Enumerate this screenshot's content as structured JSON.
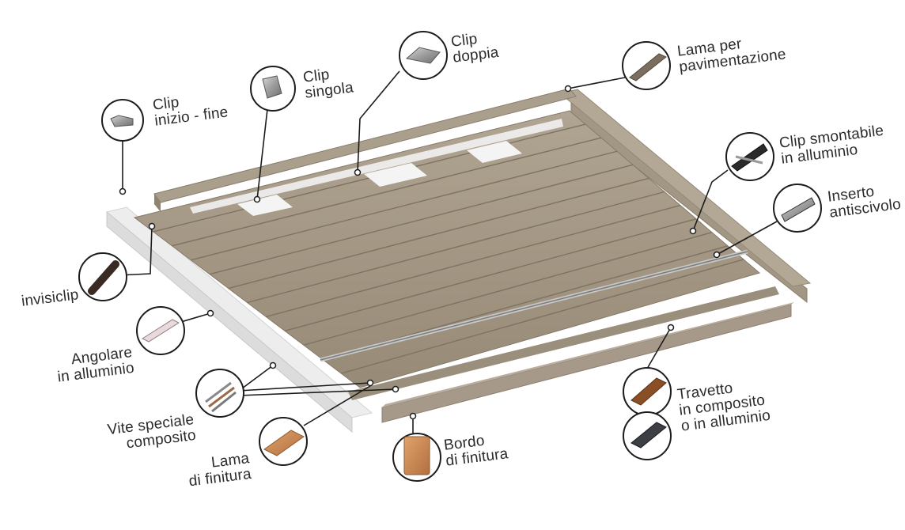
{
  "labels": {
    "clip_inizio_fine": [
      "Clip",
      "inizio - fine"
    ],
    "clip_singola": [
      "Clip",
      "singola"
    ],
    "clip_doppia": [
      "Clip",
      "doppia"
    ],
    "lama_pavimentazione": [
      "Lama per",
      "pavimentazione"
    ],
    "clip_smontabile": [
      "Clip smontabile",
      "in alluminio"
    ],
    "inserto_antiscivolo": [
      "Inserto",
      "antiscivolo"
    ],
    "invisiclip": [
      "invisiclip"
    ],
    "angolare": [
      "Angolare",
      "in alluminio"
    ],
    "vite_speciale": [
      "Vite speciale",
      "composito"
    ],
    "lama_finitura": [
      "Lama",
      "di finitura"
    ],
    "bordo_finitura": [
      "Bordo",
      "di finitura"
    ],
    "travetto": [
      "Travetto",
      "in composito",
      "o in alluminio"
    ]
  },
  "colors": {
    "board": "#a39684",
    "board_dark": "#8a7e6d",
    "board_light": "#b3a796",
    "gap": "#f0f0f0",
    "frame": "#e9e9e9",
    "callout_line": "#1c1c1c",
    "circle_stroke": "#1c1c1c",
    "wood_orange": "#c98653",
    "metal": "#9a9a9a"
  },
  "icons": [
    "clip-start-end-icon",
    "clip-single-icon",
    "clip-double-icon",
    "deck-board-icon",
    "aluminium-clip-icon",
    "anti-slip-insert-icon",
    "invisiclip-icon",
    "aluminium-angle-icon",
    "screws-icon",
    "finishing-board-icon",
    "finishing-edge-icon",
    "joist-composite-icon",
    "joist-aluminium-icon"
  ]
}
